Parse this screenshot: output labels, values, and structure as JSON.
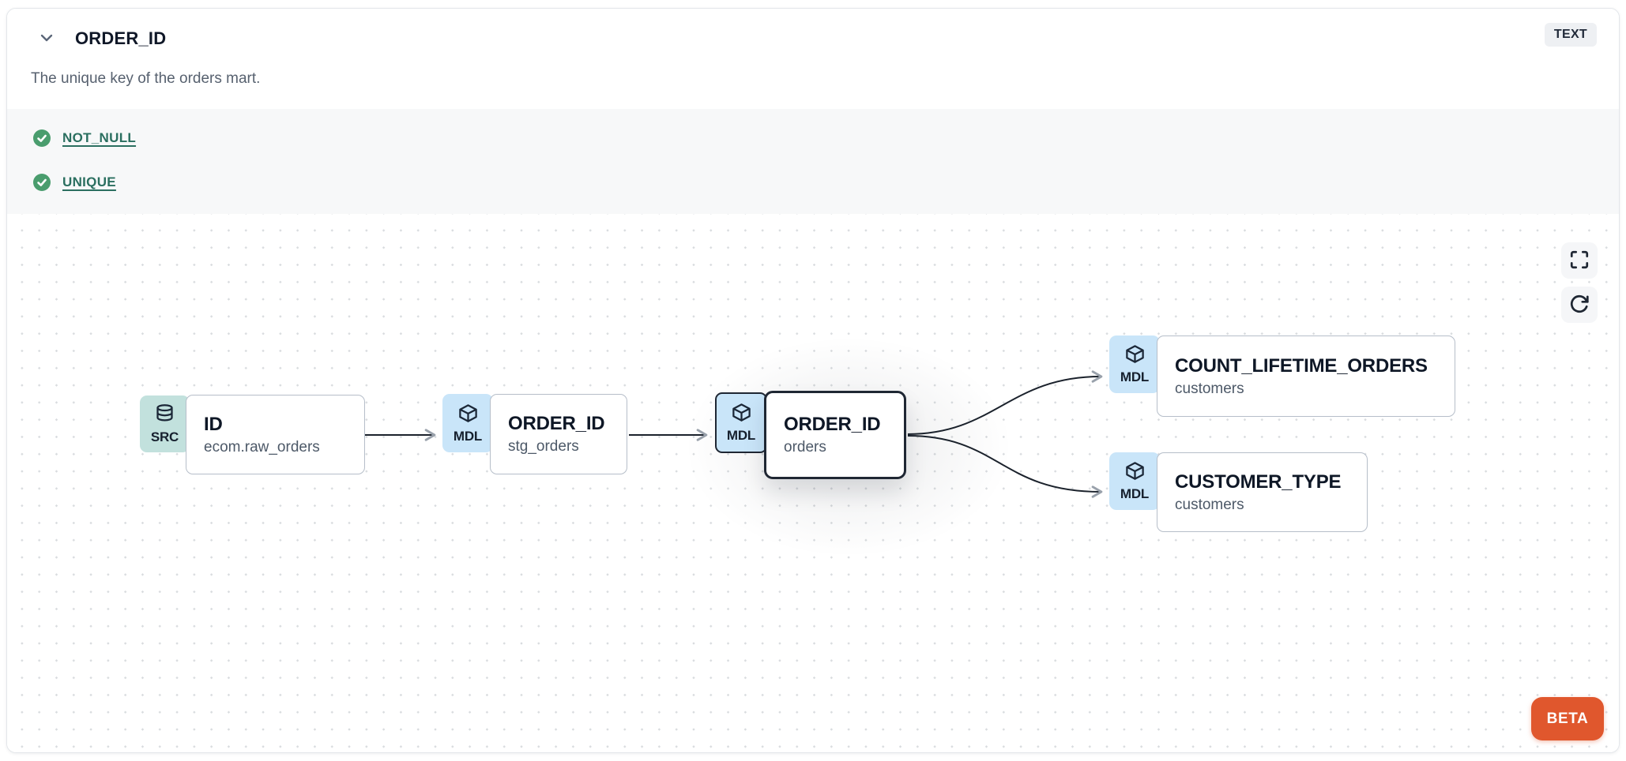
{
  "header": {
    "title": "ORDER_ID",
    "type_badge": "TEXT",
    "description": "The unique key of the orders mart."
  },
  "tests": {
    "items": [
      {
        "label": "NOT_NULL",
        "status": "pass"
      },
      {
        "label": "UNIQUE",
        "status": "pass"
      }
    ]
  },
  "lineage": {
    "nodes": [
      {
        "tag": "SRC",
        "icon": "database-icon",
        "title": "ID",
        "subtitle": "ecom.raw_orders",
        "selected": false
      },
      {
        "tag": "MDL",
        "icon": "cube-icon",
        "title": "ORDER_ID",
        "subtitle": "stg_orders",
        "selected": false
      },
      {
        "tag": "MDL",
        "icon": "cube-icon",
        "title": "ORDER_ID",
        "subtitle": "orders",
        "selected": true
      },
      {
        "tag": "MDL",
        "icon": "cube-icon",
        "title": "COUNT_LIFETIME_ORDERS",
        "subtitle": "customers",
        "selected": false
      },
      {
        "tag": "MDL",
        "icon": "cube-icon",
        "title": "CUSTOMER_TYPE",
        "subtitle": "customers",
        "selected": false
      }
    ],
    "edges": [
      {
        "from": "ID (ecom.raw_orders)",
        "to": "ORDER_ID (stg_orders)"
      },
      {
        "from": "ORDER_ID (stg_orders)",
        "to": "ORDER_ID (orders)"
      },
      {
        "from": "ORDER_ID (orders)",
        "to": "COUNT_LIFETIME_ORDERS (customers)"
      },
      {
        "from": "ORDER_ID (orders)",
        "to": "CUSTOMER_TYPE (customers)"
      }
    ]
  },
  "beta_label": "BETA",
  "colors": {
    "accent_orange": "#e0572d",
    "check_green": "#4a9d6e",
    "link_teal": "#2b6f60",
    "tab_model_blue": "#c9e5f9",
    "tab_source_teal": "#c2e1dd",
    "selected_border": "#1f2733",
    "edge": "#1b222c"
  }
}
